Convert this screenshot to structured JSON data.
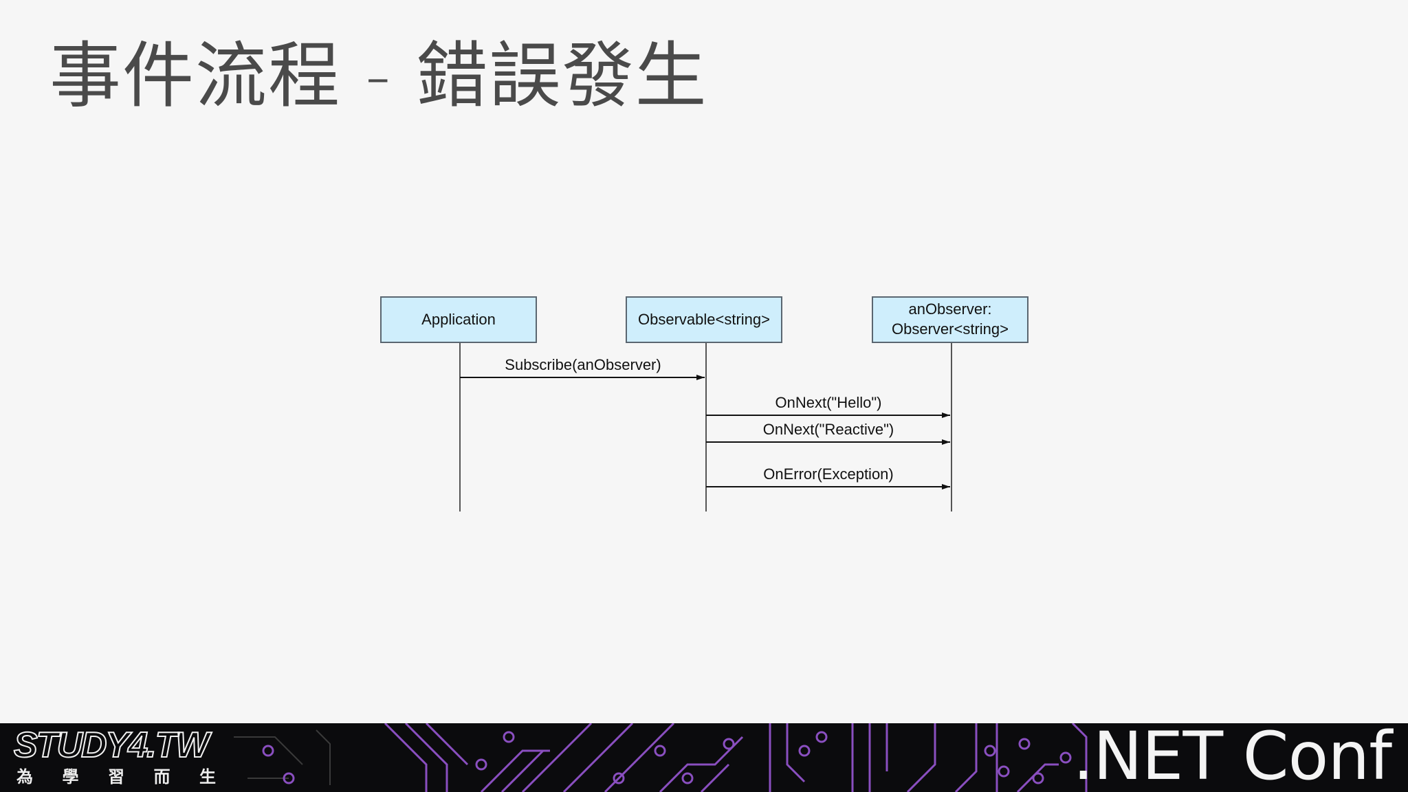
{
  "slide": {
    "title": "事件流程 - 錯誤發生"
  },
  "diagram": {
    "participants": [
      {
        "id": "app",
        "lines": [
          "Application"
        ]
      },
      {
        "id": "obs",
        "lines": [
          "Observable<string>"
        ]
      },
      {
        "id": "observer",
        "lines": [
          "anObserver:",
          "Observer<string>"
        ]
      }
    ],
    "messages": [
      {
        "from": "app",
        "to": "obs",
        "label": "Subscribe(anObserver)"
      },
      {
        "from": "obs",
        "to": "observer",
        "label": "OnNext(\"Hello\")"
      },
      {
        "from": "obs",
        "to": "observer",
        "label": "OnNext(\"Reactive\")"
      },
      {
        "from": "obs",
        "to": "observer",
        "label": "OnError(Exception)"
      }
    ],
    "box_fill": "#cfeefc",
    "box_stroke": "#5a6670"
  },
  "footer": {
    "logo_text": "STUDY4.TW",
    "logo_chars": [
      "為",
      "學",
      "習",
      "而",
      "生"
    ],
    "brand": ".NET Conf",
    "circuit_color": "#8a4fc0"
  }
}
